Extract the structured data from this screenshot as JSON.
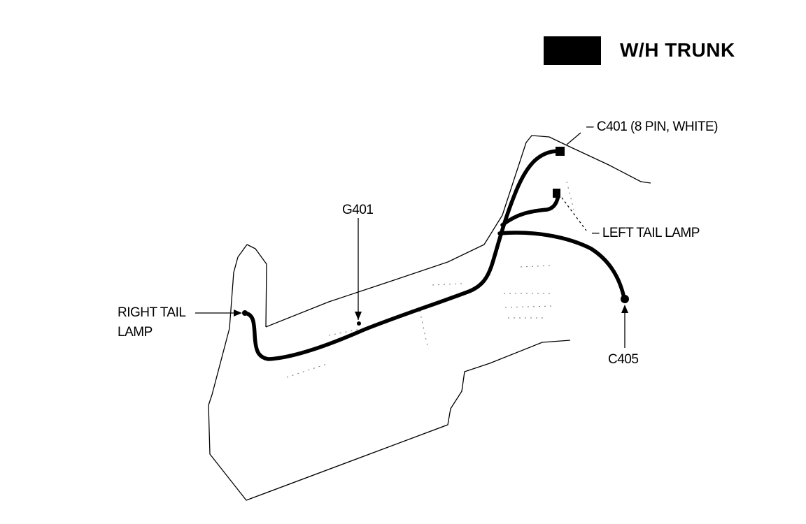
{
  "legend": {
    "swatch_color": "#000000",
    "title": "W/H TRUNK"
  },
  "labels": {
    "c401": "– C401 (8 PIN, WHITE)",
    "g401": "G401",
    "left_tail_lamp": "– LEFT TAIL LAMP",
    "right_tail_lamp_line1": "RIGHT TAIL",
    "right_tail_lamp_line2": "LAMP",
    "c405": "C405"
  },
  "colors": {
    "harness": "#000000",
    "outline": "#000000",
    "background": "#ffffff"
  }
}
